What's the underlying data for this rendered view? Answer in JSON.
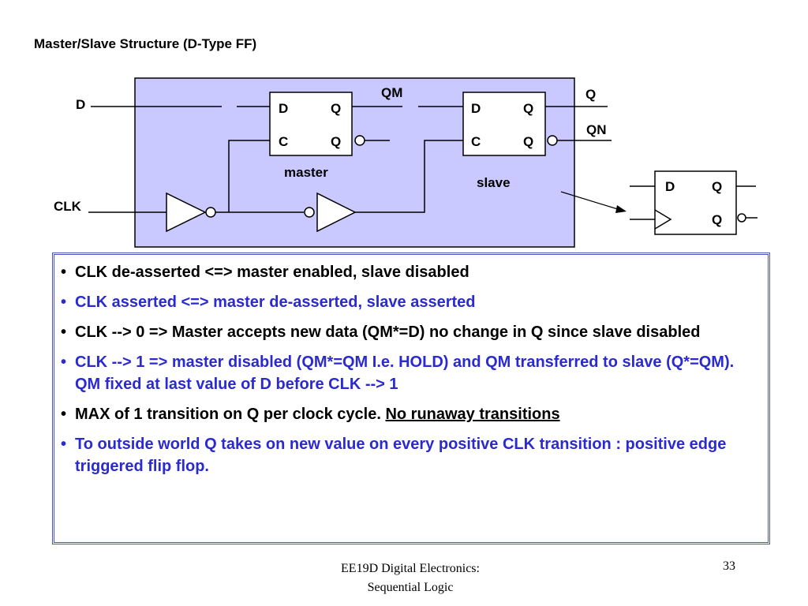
{
  "slide": {
    "title": "Master/Slave Structure (D-Type FF)",
    "footer_line1": "EE19D Digital Electronics:",
    "footer_line2": "Sequential Logic",
    "page_number": "33"
  },
  "diagram": {
    "signals": {
      "d": "D",
      "clk": "CLK",
      "qm": "QM",
      "q": "Q",
      "qn": "QN"
    },
    "master": {
      "caption": "master",
      "pin_d": "D",
      "pin_q": "Q",
      "pin_c": "C",
      "pin_qn": "Q"
    },
    "slave": {
      "caption": "slave",
      "pin_d": "D",
      "pin_q": "Q",
      "pin_c": "C",
      "pin_qn": "Q"
    },
    "symbol": {
      "pin_d": "D",
      "pin_q": "Q",
      "pin_qn": "Q"
    },
    "colors": {
      "panel": "#c9c9ff",
      "text_black": "#000000",
      "text_blue": "#2a2ad0",
      "box_border": "#4a55c0"
    }
  },
  "bullets": [
    {
      "text": "CLK de-asserted <=> master enabled, slave disabled",
      "color": "black"
    },
    {
      "text": "CLK asserted <=> master de-asserted, slave asserted",
      "color": "blue"
    },
    {
      "text": "CLK --> 0 => Master accepts new data (QM*=D) no change in Q since slave disabled",
      "color": "black"
    },
    {
      "text": "CLK --> 1 => master disabled (QM*=QM I.e. HOLD) and QM transferred to slave (Q*=QM). QM fixed at last value of D before CLK --> 1",
      "color": "blue"
    },
    {
      "text": "MAX of 1 transition on Q per clock cycle.",
      "underlined": "No runaway transitions",
      "color": "black"
    },
    {
      "text": "To outside world Q takes on new value on every positive CLK transition : positive edge triggered flip flop.",
      "color": "blue"
    }
  ]
}
